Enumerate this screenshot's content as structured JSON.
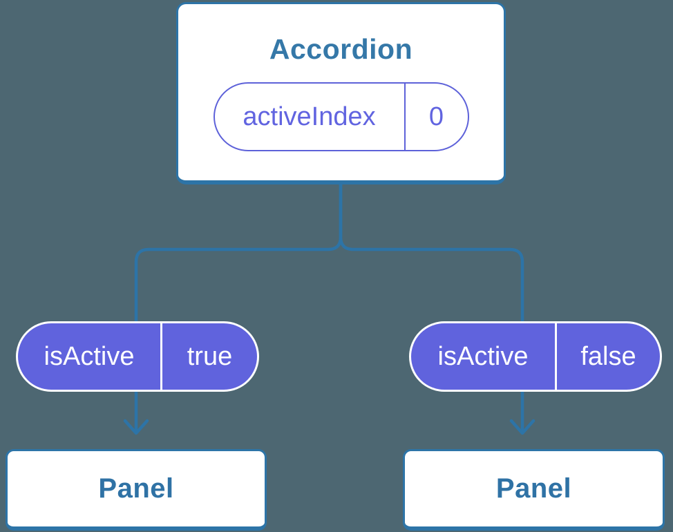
{
  "diagram": {
    "type": "component-tree",
    "colors": {
      "background": "#4d6772",
      "wire_blue": "#2d74a7",
      "heading_blue": "#3578a8",
      "pill_purple_fill": "#6063dd",
      "pill_purple_stroke": "#5d61d9",
      "pill_purple_text": "#6164e0",
      "card_white": "#ffffff"
    },
    "root": {
      "title": "Accordion",
      "prop": {
        "name": "activeIndex",
        "value": "0"
      }
    },
    "children": [
      {
        "prop": {
          "name": "isActive",
          "value": "true"
        },
        "label": "Panel"
      },
      {
        "prop": {
          "name": "isActive",
          "value": "false"
        },
        "label": "Panel"
      }
    ]
  }
}
